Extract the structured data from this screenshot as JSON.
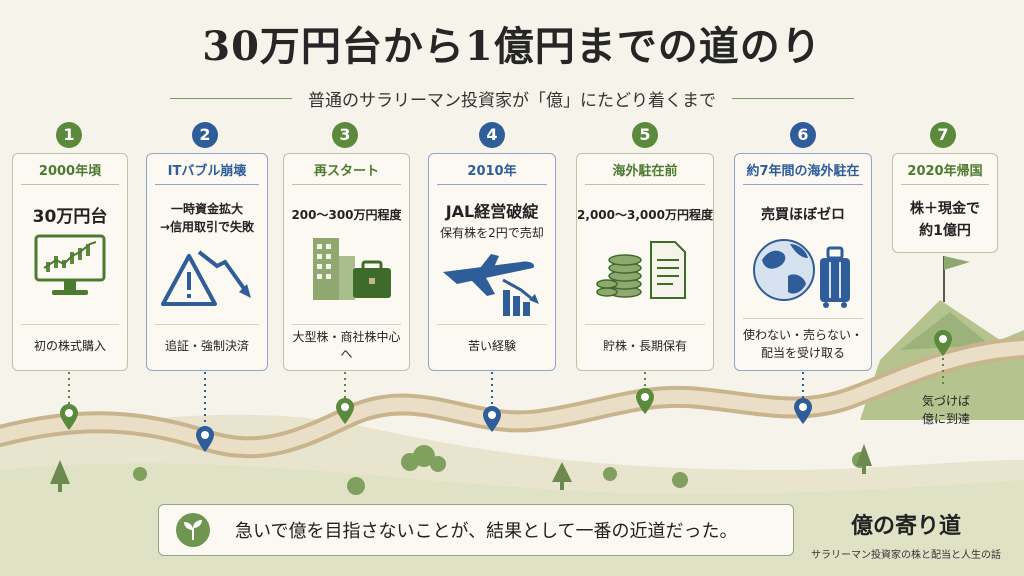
{
  "title": "30万円台から1億円までの道のり",
  "subtitle": "普通のサラリーマン投資家が「億」にたどり着くまで",
  "steps": [
    {
      "num": "1",
      "color": "green",
      "header": "2000年頃",
      "main": "30万円台",
      "footer": "初の株式購入",
      "icon": "stock-chart-monitor-icon"
    },
    {
      "num": "2",
      "color": "blue",
      "header": "ITバブル崩壊",
      "main_line1": "一時資金拡大",
      "main_line2": "→信用取引で失敗",
      "footer": "追証・強制決済",
      "icon": "warning-falling-arrow-icon"
    },
    {
      "num": "3",
      "color": "green",
      "header": "再スタート",
      "main": "200〜300万円程度",
      "footer": "大型株・商社株中心へ",
      "icon": "office-building-briefcase-icon"
    },
    {
      "num": "4",
      "color": "blue",
      "header": "2010年",
      "main": "JAL経営破綻",
      "sub": "保有株を2円で売却",
      "footer": "苦い経験",
      "icon": "airplane-falling-bars-icon"
    },
    {
      "num": "5",
      "color": "green",
      "header": "海外駐在前",
      "main": "2,000〜3,000万円程度",
      "footer": "貯株・長期保有",
      "icon": "coins-document-icon"
    },
    {
      "num": "6",
      "color": "blue",
      "header": "約7年間の海外駐在",
      "main": "売買ほぼゼロ",
      "footer_line1": "使わない・売らない・",
      "footer_line2": "配当を受け取る",
      "icon": "globe-suitcase-icon"
    },
    {
      "num": "7",
      "color": "green",
      "header": "2020年帰国",
      "main_line1": "株＋現金で",
      "main_line2": "約1億円",
      "icon": "summit-flag-icon"
    }
  ],
  "end_note_line1": "気づけば",
  "end_note_line2": "億に到達",
  "message": "急いで億を目指さないことが、結果として一番の近道だった。",
  "brand_name": "億の寄り道",
  "brand_tagline": "サラリーマン投資家の株と配当と人生の話",
  "colors": {
    "green": "#5b8a3c",
    "blue": "#2e5d99",
    "road": "#d9c7a6",
    "background": "#f6f3ea"
  }
}
